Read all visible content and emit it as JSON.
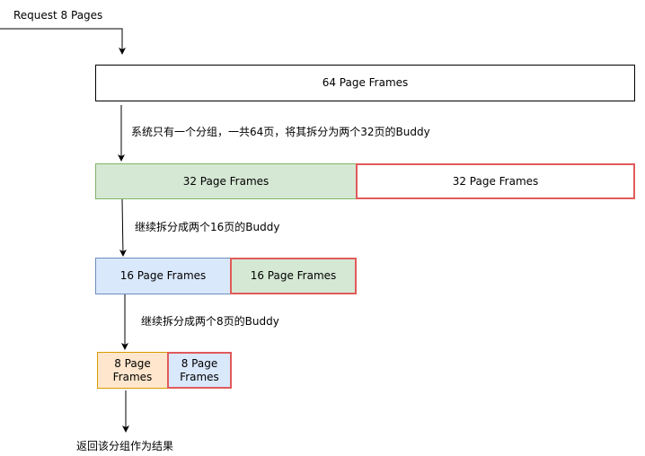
{
  "request_label": "Request 8 Pages",
  "level1": {
    "frames": "64 Page Frames"
  },
  "step1_text": "系统只有一个分组，一共64页，将其拆分为两个32页的Buddy",
  "level2": {
    "left": "32 Page Frames",
    "right": "32 Page Frames"
  },
  "step2_text": "继续拆分成两个16页的Buddy",
  "level3": {
    "left": "16 Page Frames",
    "right": "16 Page Frames"
  },
  "step3_text": "继续拆分成两个8页的Buddy",
  "level4": {
    "left_line1": "8 Page",
    "left_line2": "Frames",
    "right_line1": "8 Page",
    "right_line2": "Frames"
  },
  "result_text": "返回该分组作为结果",
  "colors": {
    "green_fill": "#d5e8d4",
    "green_stroke": "#82b366",
    "blue_fill": "#dae8fc",
    "blue_stroke": "#6c8ebf",
    "orange_fill": "#ffe6cc",
    "orange_stroke": "#d79b00",
    "highlight_red": "#e15a5a"
  }
}
